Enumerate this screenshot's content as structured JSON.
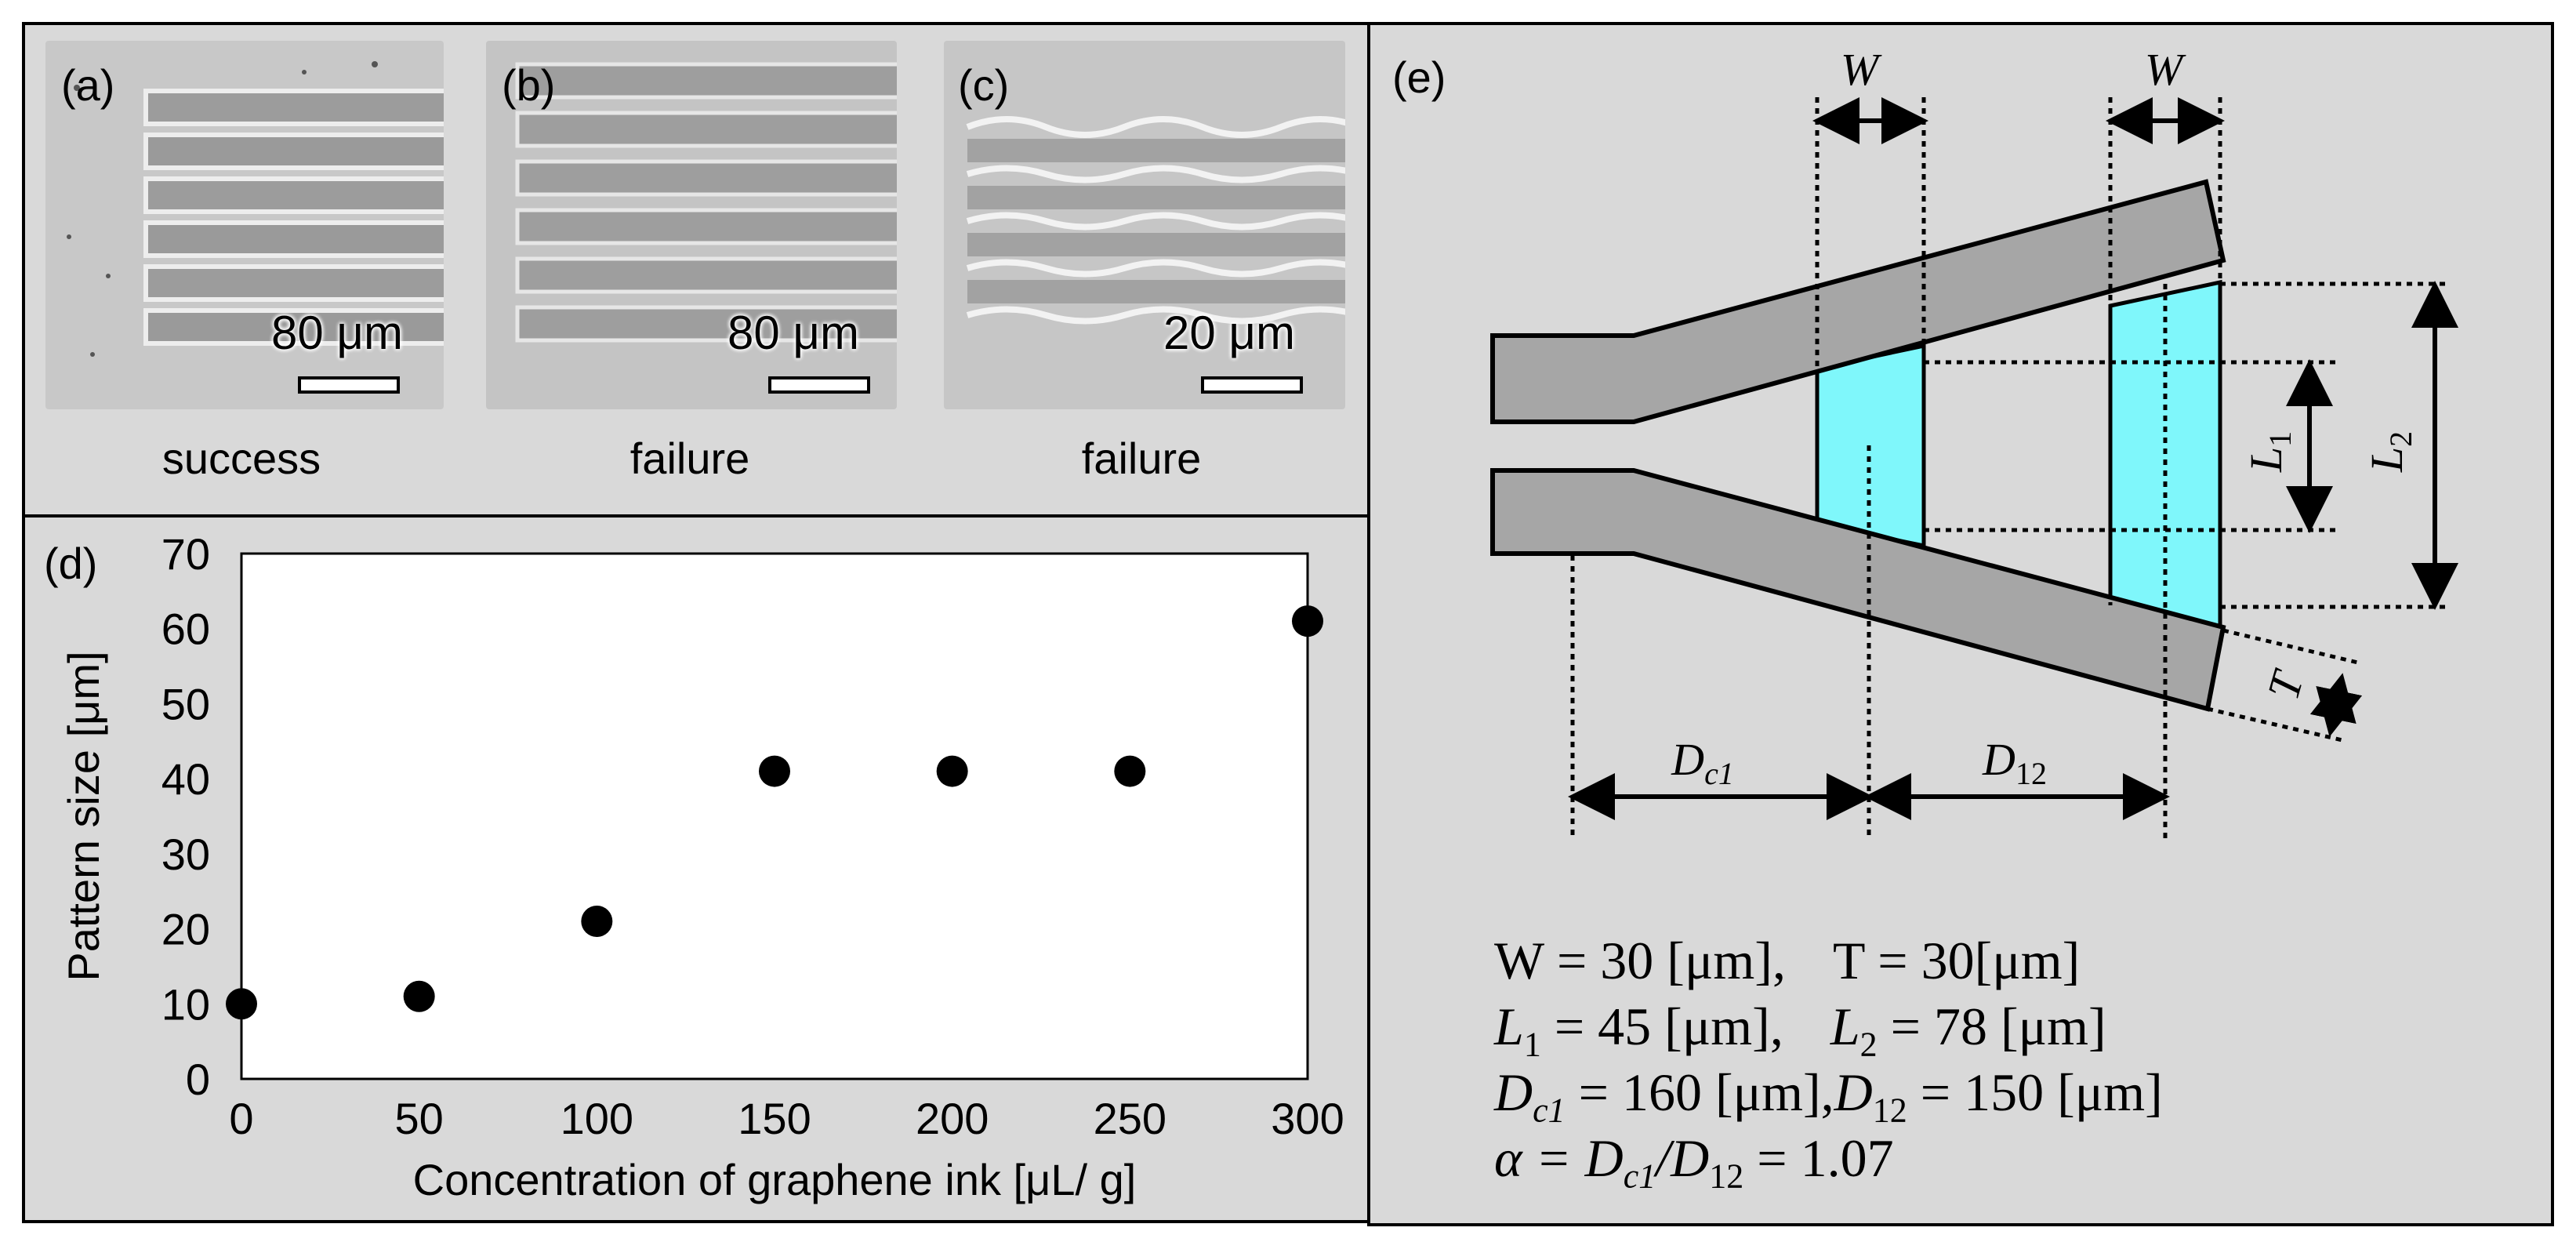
{
  "panels": {
    "a": {
      "label": "(a)",
      "scale": "80 μm",
      "caption": "success"
    },
    "b": {
      "label": "(b)",
      "scale": "80 μm",
      "caption": "failure"
    },
    "c": {
      "label": "(c)",
      "scale": "20 μm",
      "caption": "failure"
    },
    "d": {
      "label": "(d)"
    },
    "e": {
      "label": "(e)"
    }
  },
  "chart_data": {
    "type": "scatter",
    "xlabel": "Concentration of graphene ink [μL/ g]",
    "ylabel": "Pattern size [μm]",
    "xlim": [
      0,
      300
    ],
    "ylim": [
      0,
      70
    ],
    "xticks": [
      0,
      50,
      100,
      150,
      200,
      250,
      300
    ],
    "yticks": [
      0,
      10,
      20,
      30,
      40,
      50,
      60,
      70
    ],
    "points": [
      {
        "x": 0,
        "y": 10
      },
      {
        "x": 50,
        "y": 11
      },
      {
        "x": 100,
        "y": 21
      },
      {
        "x": 150,
        "y": 41
      },
      {
        "x": 200,
        "y": 41
      },
      {
        "x": 250,
        "y": 41
      },
      {
        "x": 300,
        "y": 61
      }
    ],
    "marker_color": "#000000"
  },
  "diagram": {
    "labels": {
      "W1": "W",
      "W2": "W",
      "L1": "L",
      "L1_sub": "1",
      "L2": "L",
      "L2_sub": "2",
      "T": "T",
      "Dc1": "D",
      "Dc1_sub": "c1",
      "D12": "D",
      "D12_sub": "12"
    },
    "channel_color": "#a6a6a6",
    "region_color": "#7ff7fb",
    "equations": {
      "line1_a": "W = 30 [μm],",
      "line1_b": "T  = 30[μm]",
      "line2_a": "L",
      "line2_a_sub": "1",
      "line2_a_rest": " = 45 [μm],",
      "line2_b": "L",
      "line2_b_sub": "2",
      "line2_b_rest": " = 78 [μm]",
      "line3_a": "D",
      "line3_a_sub": "c1",
      "line3_a_rest": " = 160 [μm],",
      "line3_b": "D",
      "line3_b_sub": "12",
      "line3_b_rest": " = 150 [μm]",
      "line4_a": "α = D",
      "line4_a_sub": "c1",
      "line4_mid": "/D",
      "line4_b_sub": "12",
      "line4_rest": " = 1.07"
    }
  }
}
